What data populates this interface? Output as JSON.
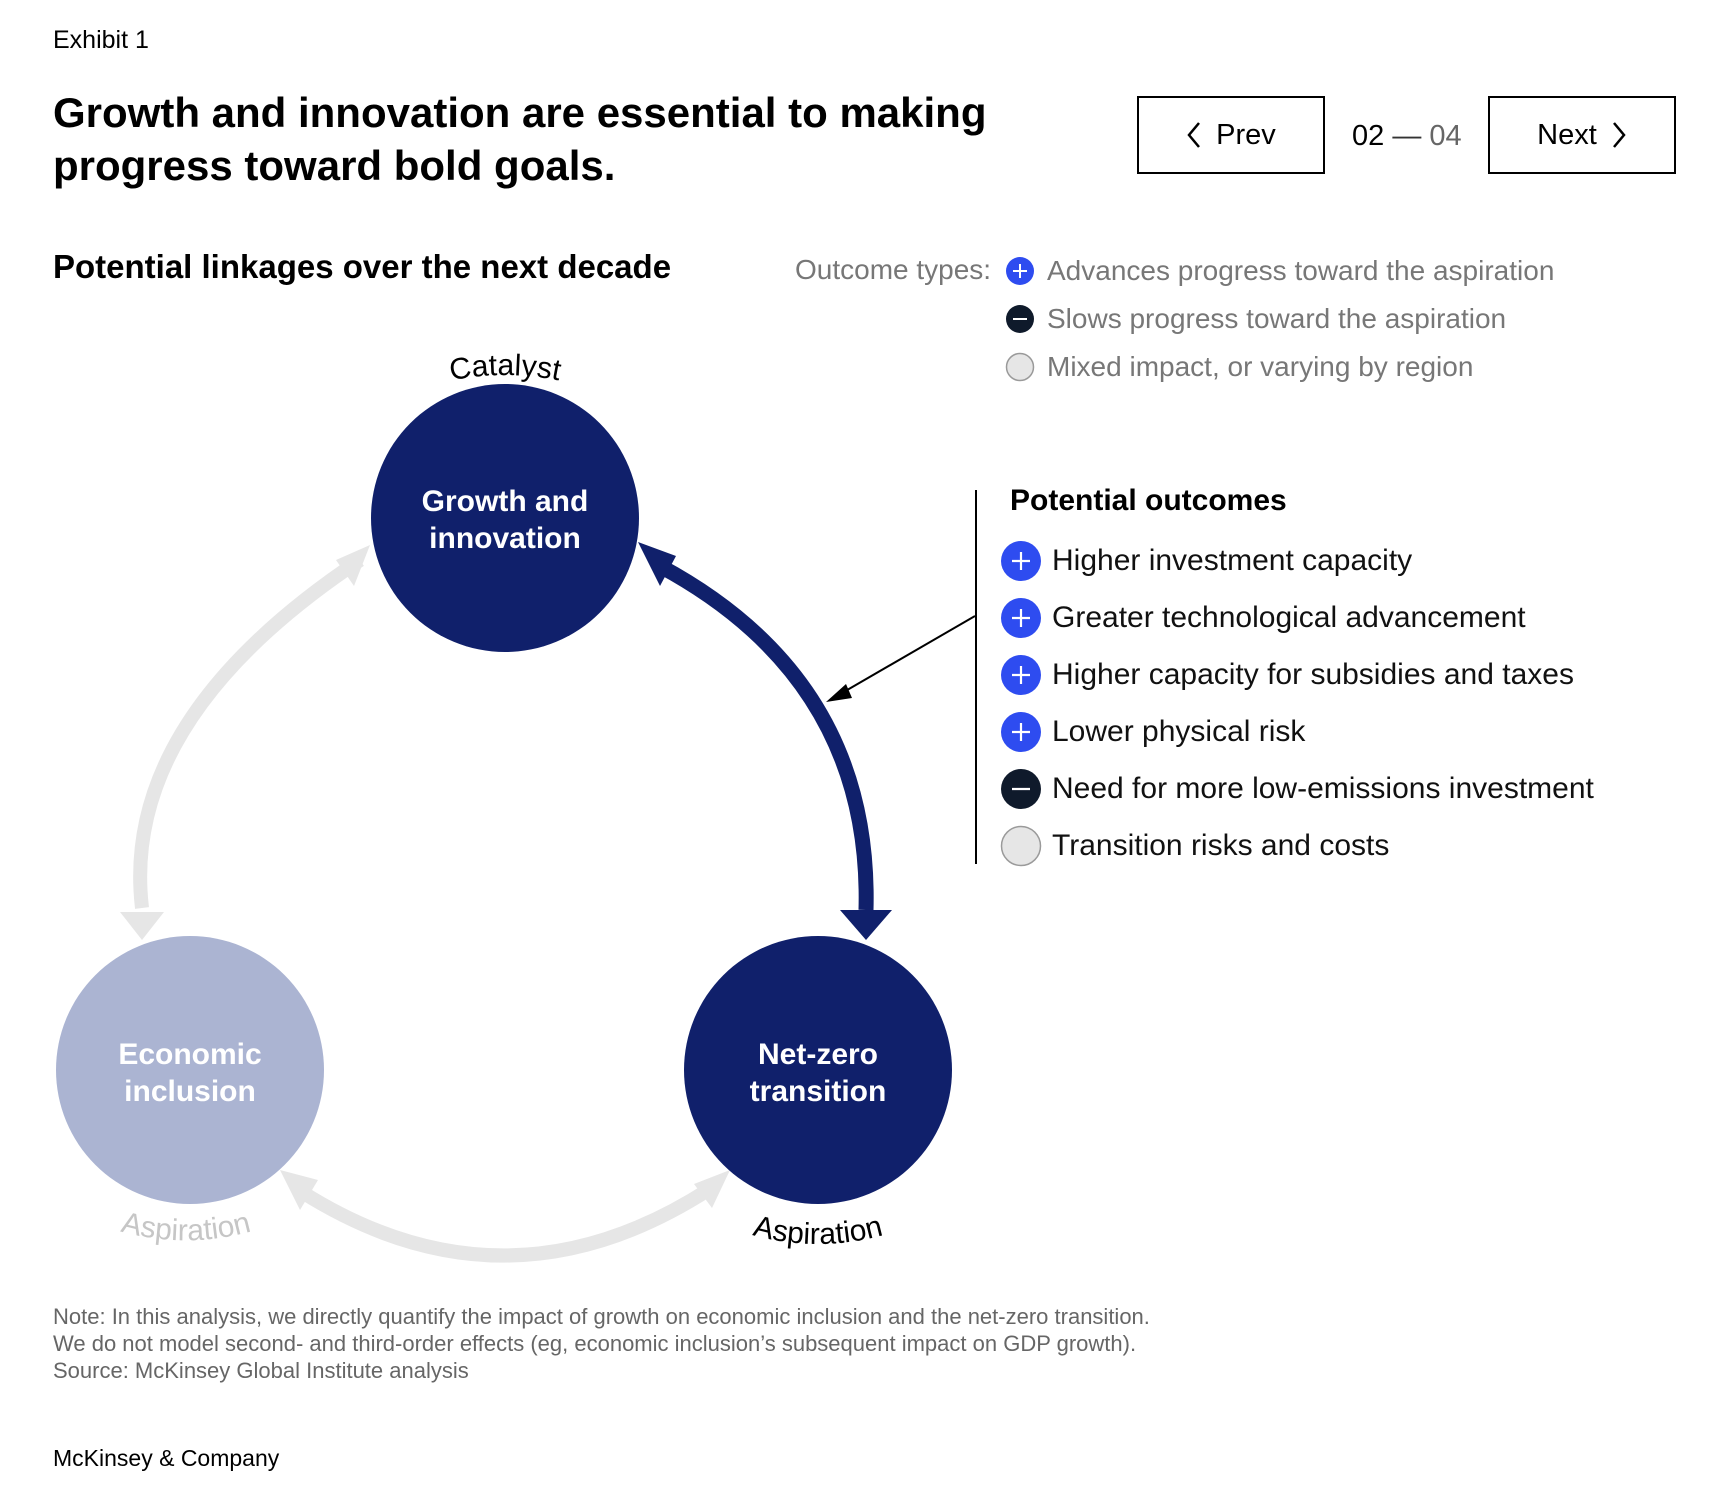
{
  "exhibit": "Exhibit 1",
  "title": "Growth and innovation are essential to making progress toward bold goals.",
  "nav": {
    "prev_label": "Prev",
    "next_label": "Next",
    "current": "02",
    "separator": "—",
    "total": "04"
  },
  "subtitle": "Potential linkages over the next decade",
  "legend": {
    "label": "Outcome types:",
    "items": [
      {
        "type": "plus",
        "label": "Advances progress toward the aspiration"
      },
      {
        "type": "minus",
        "label": "Slows progress toward the aspiration"
      },
      {
        "type": "mixed",
        "label": "Mixed impact, or varying by region"
      }
    ]
  },
  "nodes": {
    "growth": {
      "line1": "Growth and",
      "line2": "innovation",
      "tag": "Catalyst"
    },
    "netzero": {
      "line1": "Net-zero",
      "line2": "transition",
      "tag": "Aspiration"
    },
    "inclusion": {
      "line1": "Economic",
      "line2": "inclusion",
      "tag": "Aspiration"
    }
  },
  "outcomes": {
    "title": "Potential outcomes",
    "items": [
      {
        "type": "plus",
        "label": "Higher investment capacity"
      },
      {
        "type": "plus",
        "label": "Greater technological advancement"
      },
      {
        "type": "plus",
        "label": "Higher capacity for subsidies and taxes"
      },
      {
        "type": "plus",
        "label": "Lower physical risk"
      },
      {
        "type": "minus",
        "label": "Need for more low-emissions investment"
      },
      {
        "type": "mixed",
        "label": "Transition risks and costs"
      }
    ]
  },
  "note": {
    "line1": "Note: In this analysis, we directly quantify the impact of growth on economic inclusion and the net-zero transition.",
    "line2": "We do not model second- and third-order effects (eg, economic inclusion’s subsequent impact on GDP growth).",
    "line3": "Source: McKinsey Global Institute analysis"
  },
  "brand": "McKinsey & Company",
  "colors": {
    "navy": "#10206b",
    "plus": "#2e4cf0",
    "minus": "#0f1a2b",
    "mixed": "#e0e0e0",
    "inclusion": "#abb4d2",
    "faint_arrow": "#e6e6e6"
  }
}
